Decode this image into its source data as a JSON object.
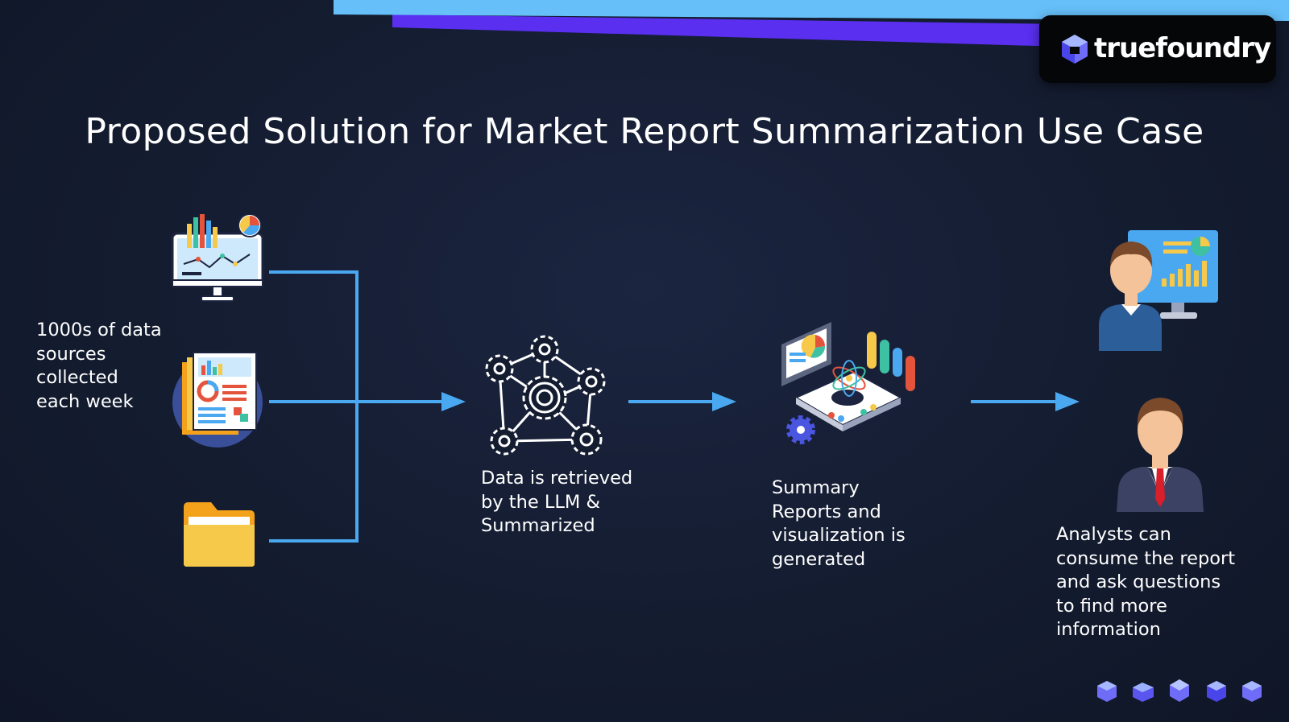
{
  "brand": {
    "name": "truefoundry"
  },
  "title": "Proposed Solution for Market Report Summarization Use Case",
  "steps": {
    "sources": "1000s of data\nsources\ncollected\neach week",
    "llm": "Data is retrieved\nby the LLM &\nSummarized",
    "summary": "Summary\nReports and\nvisualization is\ngenerated",
    "analysts": "Analysts can\nconsume the report\nand ask questions\nto find more\ninformation"
  },
  "icons": {
    "source_1": "dashboard-monitor-icon",
    "source_2": "report-document-icon",
    "source_3": "folder-icon",
    "process": "gear-network-icon",
    "output": "data-visualization-icon",
    "consumer_1": "analyst-presenter-icon",
    "consumer_2": "businessman-icon"
  },
  "colors": {
    "background": "#141c30",
    "connector": "#4aa8f0",
    "band_light": "#66bff8",
    "band_dark": "#5a2ff0"
  }
}
